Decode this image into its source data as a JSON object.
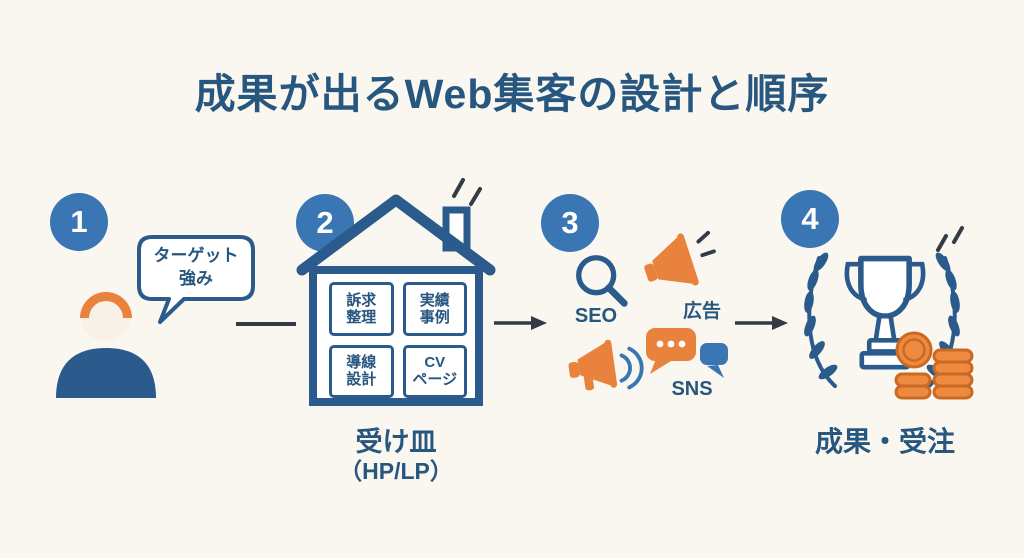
{
  "title": "成果が出るWeb集客の設計と順序",
  "colors": {
    "background": "#faf7f1",
    "navy_text": "#27567f",
    "icon_blue": "#2a5b8c",
    "step_circle_blue": "#3a76b4",
    "accent_orange": "#e8823c",
    "coin_orange_dark": "#c96a24",
    "arrow_dark": "#333b46"
  },
  "steps": {
    "step1": {
      "number": "1",
      "bubble": {
        "line1": "ターゲット",
        "line2": "強み"
      },
      "icons": [
        "person-icon",
        "speech-bubble-icon"
      ]
    },
    "step2": {
      "number": "2",
      "house_boxes": [
        {
          "line1": "訴求",
          "line2": "整理"
        },
        {
          "line1": "実績",
          "line2": "事例"
        },
        {
          "line1": "導線",
          "line2": "設計"
        },
        {
          "line1": "CV",
          "line2": "ページ"
        }
      ],
      "caption_line1": "受け皿",
      "caption_line2": "（HP/LP）",
      "icons": [
        "house-icon",
        "sparkle-icon"
      ]
    },
    "step3": {
      "number": "3",
      "seo_label": "SEO",
      "ad_label": "広告",
      "sns_label": "SNS",
      "icons": [
        "magnifier-icon",
        "megaphone-icon",
        "chat-bubbles-icon"
      ]
    },
    "step4": {
      "number": "4",
      "caption": "成果・受注",
      "icons": [
        "trophy-icon",
        "laurel-icon",
        "coins-icon",
        "sparkle-icon"
      ]
    }
  }
}
